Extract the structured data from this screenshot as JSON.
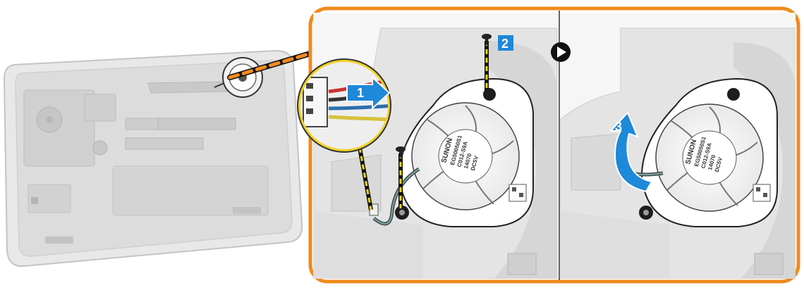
{
  "steps": [
    {
      "number": "1",
      "kind": "disconnect-cable"
    },
    {
      "number": "2",
      "kind": "remove-screws"
    },
    {
      "number": "3",
      "kind": "lift-fan"
    }
  ],
  "fan_label": {
    "brand": "SUNON",
    "model": "EG50050S1",
    "code": "C012-S9A",
    "spec": "14070",
    "volt": "DC5V"
  },
  "colors": {
    "frame_orange": "#F08A1E",
    "step_blue": "#1E88D9",
    "screw_marker_yellow": "#F5D518",
    "magnifier_yellow": "#F2D22A",
    "laptop_gray": "#D8D8D8",
    "callout_icon": "#111111"
  },
  "icons": {
    "arrow_next": "next-arrow-icon",
    "screw": "screw-icon",
    "step_arrow": "step-arrow-icon"
  }
}
